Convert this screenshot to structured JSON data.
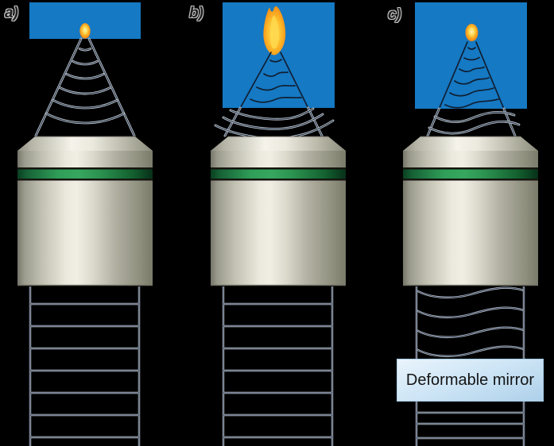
{
  "figure": {
    "panels": [
      {
        "label": "a)"
      },
      {
        "label": "b)"
      },
      {
        "label": "c)"
      }
    ],
    "deformable_mirror": {
      "label": "Deformable mirror"
    },
    "colors": {
      "background": "#000000",
      "sample_blue": "#1579c3",
      "flame_orange": "#f79a1d",
      "flame_core_yellow": "#ffe06a",
      "wavefront_dark": "#16273c",
      "wavefront_halo": "#cdd3db",
      "objective_metal_light": "#f1efe4",
      "objective_metal_dark": "#75756a",
      "objective_green_band": "#2f9e58",
      "mirror_box_blue": "#cbe3f4"
    }
  }
}
